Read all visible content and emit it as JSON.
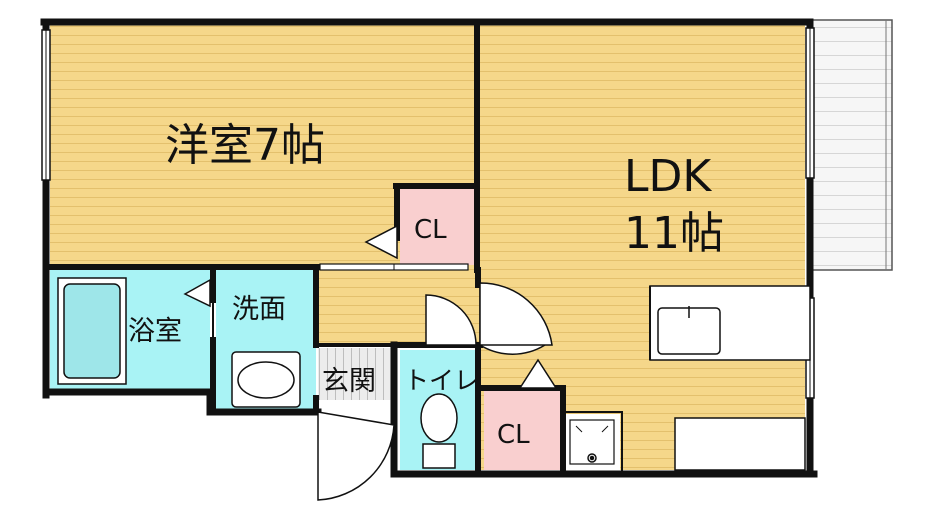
{
  "rooms": {
    "western_room": "洋室7帖",
    "ldk_name": "LDK",
    "ldk_size": "11帖",
    "closet_upper": "CL",
    "closet_lower": "CL",
    "bathroom": "浴室",
    "washroom": "洗面",
    "entrance": "玄関",
    "toilet": "トイレ"
  },
  "colors": {
    "floor_wood": "#f5d78a",
    "floor_stripe": "#e3c06d",
    "closet": "#f9cfcf",
    "wet_area": "#a9f3f5",
    "entrance_tile": "#e8e8e8",
    "wall": "#111111",
    "balcony": "#f4f4f4"
  }
}
